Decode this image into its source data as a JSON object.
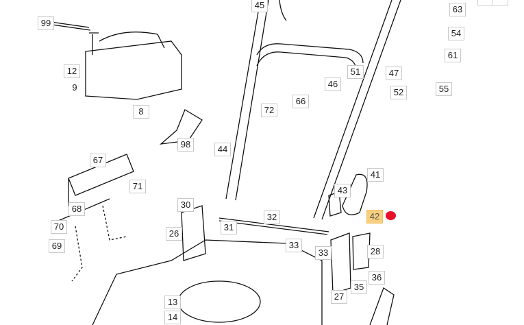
{
  "diagram": {
    "title": "Lawn mower parts diagram",
    "highlight_color": "#f7cf7e",
    "marker_color": "#e8102a",
    "selected_part": "42",
    "part_labels": [
      "45",
      "63",
      "99",
      "54",
      "61",
      "12",
      "9",
      "8",
      "51",
      "47",
      "46",
      "52",
      "55",
      "72",
      "66",
      "98",
      "44",
      "67",
      "71",
      "41",
      "43",
      "68",
      "30",
      "32",
      "42",
      "70",
      "31",
      "26",
      "69",
      "33",
      "28",
      "33",
      "36",
      "35",
      "27",
      "13",
      "14"
    ]
  }
}
